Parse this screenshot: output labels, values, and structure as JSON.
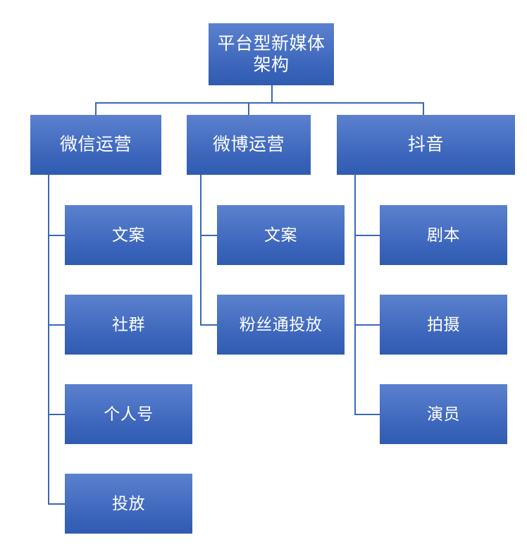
{
  "diagram": {
    "title": "平台型新媒体架构",
    "type": "organization-chart",
    "accent_color": "#4A72C4",
    "connector_color": "#3A68B5",
    "text_color": "#FFFFFF",
    "background_color": "#FFFFFF",
    "root": {
      "label": "平台型新媒体架构"
    },
    "branches": [
      {
        "label": "微信运营",
        "children": [
          {
            "label": "文案"
          },
          {
            "label": "社群"
          },
          {
            "label": "个人号"
          },
          {
            "label": "投放"
          }
        ]
      },
      {
        "label": "微博运营",
        "children": [
          {
            "label": "文案"
          },
          {
            "label": "粉丝通投放"
          }
        ]
      },
      {
        "label": "抖音",
        "children": [
          {
            "label": "剧本"
          },
          {
            "label": "拍摄"
          },
          {
            "label": "演员"
          }
        ]
      }
    ]
  }
}
